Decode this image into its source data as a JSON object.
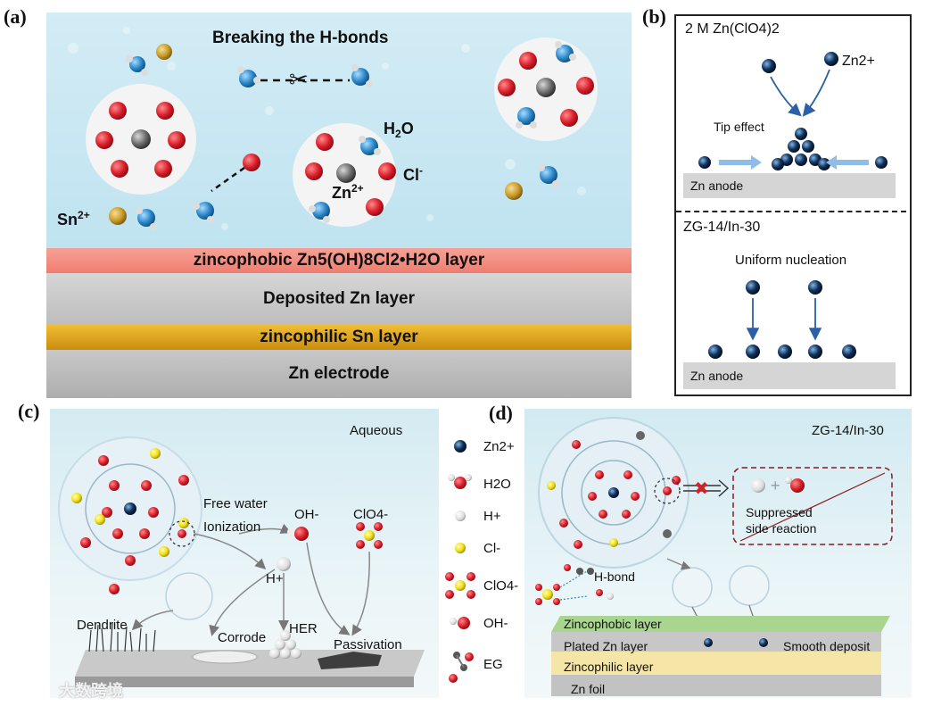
{
  "panel_a": {
    "label": "(a)",
    "title": "Breaking the H-bonds",
    "species": {
      "h2o": "H2O",
      "cl": "Cl-",
      "zn": "Zn2+",
      "sn": "Sn2+"
    },
    "layers": {
      "zincophobic": "zincophobic Zn5(OH)8Cl2•H2O layer",
      "deposited": "Deposited Zn layer",
      "zincophilic": "zincophilic Sn layer",
      "electrode": "Zn electrode"
    },
    "colors": {
      "zincophobic": "#f28a7d",
      "deposited": "#c9c9c9",
      "zincophilic": "#d9a118",
      "electrode": "#b9b9b9",
      "sky": "#cfe9f3"
    }
  },
  "panel_b": {
    "label": "(b)",
    "top_title": "2 M Zn(ClO4)2",
    "zn_ion": "Zn2+",
    "tip_effect": "Tip effect",
    "anode_top": "Zn anode",
    "bottom_title": "ZG-14/In-30",
    "uniform": "Uniform nucleation",
    "anode_bottom": "Zn anode"
  },
  "panel_c": {
    "label": "(c)",
    "title": "Aqueous",
    "free_water": "Free water",
    "ionization": "Ionization",
    "oh": "OH-",
    "clo4": "ClO4-",
    "h": "H+",
    "dendrite": "Dendrite",
    "corrode": "Corrode",
    "her": "HER",
    "passivation": "Passivation"
  },
  "legend": {
    "zn": "Zn2+",
    "h2o": "H2O",
    "h": "H+",
    "cl": "Cl-",
    "clo4": "ClO4-",
    "oh": "OH-",
    "eg": "EG"
  },
  "panel_d": {
    "label": "(d)",
    "title": "ZG-14/In-30",
    "suppressed1": "Suppressed",
    "suppressed2": "side reaction",
    "hbond": "H-bond",
    "zincophobic": "Zincophobic layer",
    "plated": "Plated Zn layer",
    "zincophilic": "Zincophilic  layer",
    "foil": "Zn foil",
    "smooth": "Smooth deposit"
  },
  "watermark": "大数跨境"
}
